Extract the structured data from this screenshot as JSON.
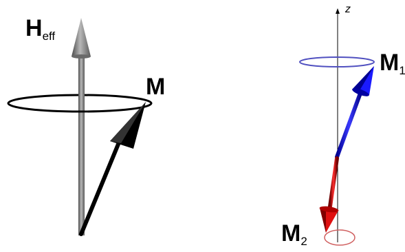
{
  "left_figure": {
    "field_label": {
      "main": "H",
      "sub": "eff"
    },
    "moment_label": "M",
    "colors": {
      "field_arrow": "#8a8a8a",
      "moment_arrow": "#000000",
      "precession_ring": "#000000"
    }
  },
  "right_figure": {
    "axis_label": "z",
    "moment1_label": {
      "main": "M",
      "sub": "1"
    },
    "moment2_label": {
      "main": "M",
      "sub": "2"
    },
    "colors": {
      "moment1_arrow": "#1010c8",
      "moment2_arrow": "#c80000",
      "axis": "#000000",
      "ring_top": "#5050c0",
      "ring_bottom": "#d06060"
    }
  }
}
